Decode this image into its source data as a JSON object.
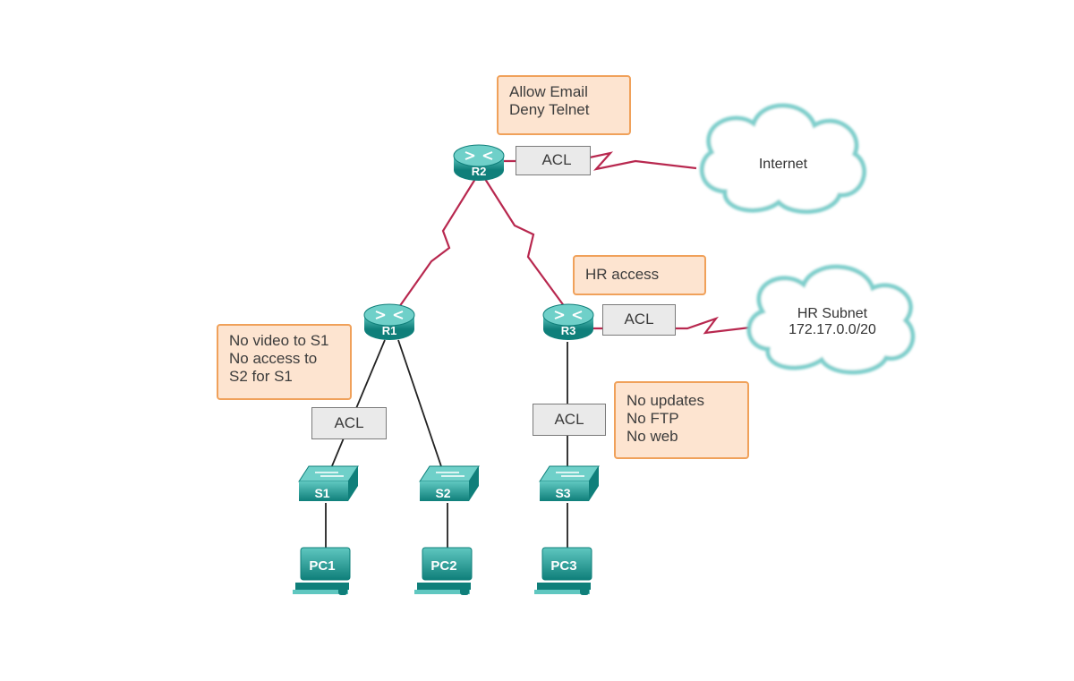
{
  "devices": {
    "routers": [
      "R2",
      "R1",
      "R3"
    ],
    "switches": [
      "S1",
      "S2",
      "S3"
    ],
    "pcs": [
      "PC1",
      "PC2",
      "PC3"
    ]
  },
  "clouds": {
    "internet": "Internet",
    "hr_subnet": {
      "line1": "HR Subnet",
      "line2": "172.17.0.0/20"
    }
  },
  "acl_label": "ACL",
  "notes": {
    "r2": [
      "Allow Email",
      "Deny Telnet"
    ],
    "r3": [
      "HR access"
    ],
    "r1": [
      "No video to S1",
      "No access to",
      "S2 for S1"
    ],
    "s3": [
      "No updates",
      "No FTP",
      "No web"
    ]
  },
  "colors": {
    "device": "#1a9a94",
    "wan_link": "#b8284f",
    "lan_link": "#222222",
    "note_fill": "#fde4d0",
    "note_border": "#f0a15a",
    "cloud_border": "#6cc4c2"
  }
}
